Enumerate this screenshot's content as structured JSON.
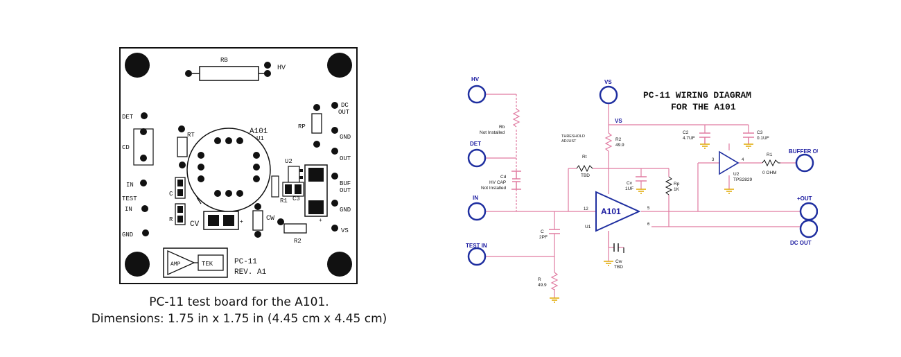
{
  "pcb": {
    "board_labels": {
      "rb": "RB",
      "hv": "HV",
      "det": "DET",
      "cd": "CD",
      "in": "IN",
      "test": "TEST",
      "test_in": "IN",
      "gnd_left": "GND",
      "rt": "RT",
      "a101": "A101",
      "u1": "U1",
      "u2": "U2",
      "rp": "RP",
      "c": "C",
      "r": "R",
      "cv": "CV",
      "cw": "CW",
      "r1": "R1",
      "c3": "C3",
      "r2": "R2",
      "dc": "DC",
      "dc_out": "OUT",
      "gnd_r1": "GND",
      "out": "OUT",
      "buf": "BUF",
      "buf_out": "OUT",
      "gnd_r2": "GND",
      "vs": "VS",
      "amp": "AMP",
      "tek": "TEK",
      "pc11": "PC-11",
      "rev": "REV. A1"
    }
  },
  "caption": {
    "line1": "PC-11 test board for the A101.",
    "line2": "Dimensions: 1.75 in x 1.75 in (4.45 cm x 4.45 cm)"
  },
  "schematic": {
    "title_line1": "PC-11 WIRING DIAGRAM",
    "title_line2": "FOR THE A101",
    "terminals": {
      "hv": "HV",
      "det": "DET",
      "in": "IN",
      "test_in": "TEST IN",
      "vs": "VS",
      "buffer_out": "BUFFER OUT",
      "plus_out": "+OUT",
      "dc_out": "DC OUT"
    },
    "components": {
      "rb": "Rb",
      "rb_note": "Not Installed",
      "cd": "Cd",
      "cd_type": "HV CAP",
      "cd_note": "Not Installed",
      "threshold_1": "THRESHOLD",
      "threshold_2": "ADJUST",
      "rt": "Rt",
      "rt_val": "TBD",
      "r2": "R2",
      "r2_val": "49.9",
      "cv": "Cv",
      "cv_val": "1UF",
      "rp": "Rp",
      "rp_val": "1K",
      "c2": "C2",
      "c2_val": "4.7UF",
      "c3": "C3",
      "c3_val": "0.1UF",
      "u2": "U2",
      "u2_part": "TPS2829",
      "r1": "R1",
      "r1_val": "0 OHM",
      "a101": "A101",
      "u1": "U1",
      "c": "C",
      "c_val": "2PF",
      "cw": "Cw",
      "cw_val": "TBD",
      "r": "R",
      "r_val": "49.9",
      "vs_net": "VS"
    },
    "pins": {
      "p12": "12",
      "p5": "5",
      "p6": "6",
      "p3": "3",
      "p4": "4"
    },
    "colors": {
      "wire": "#e07aa0",
      "terminal": "#1f2fa0",
      "ground": "#e0a800",
      "label": "#1a1aa0"
    }
  }
}
